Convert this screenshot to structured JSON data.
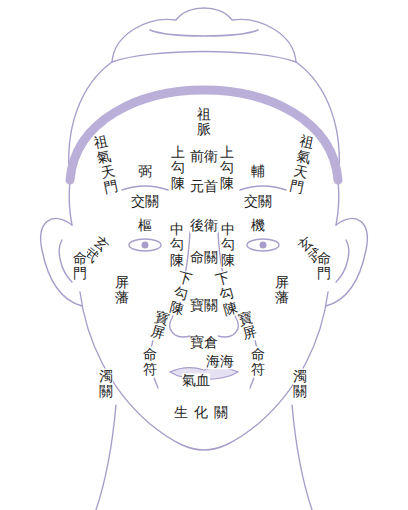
{
  "diagram": {
    "labels": [
      "祖脈",
      "祖氣天門",
      "祖氣天門",
      "前衛",
      "上勾陳",
      "上勾陳",
      "弼",
      "輔",
      "元首",
      "交關",
      "交關",
      "後衛",
      "樞",
      "機",
      "中勾陳",
      "中勾陳",
      "玄武",
      "玄武",
      "命門",
      "命門",
      "命關",
      "屏藩",
      "屏藩",
      "下勾陳",
      "下勾陳",
      "寶關",
      "寶屏",
      "寶屏",
      "寶倉",
      "海海",
      "命符",
      "命符",
      "氣血",
      "濁關",
      "濁關",
      "生化關"
    ]
  }
}
